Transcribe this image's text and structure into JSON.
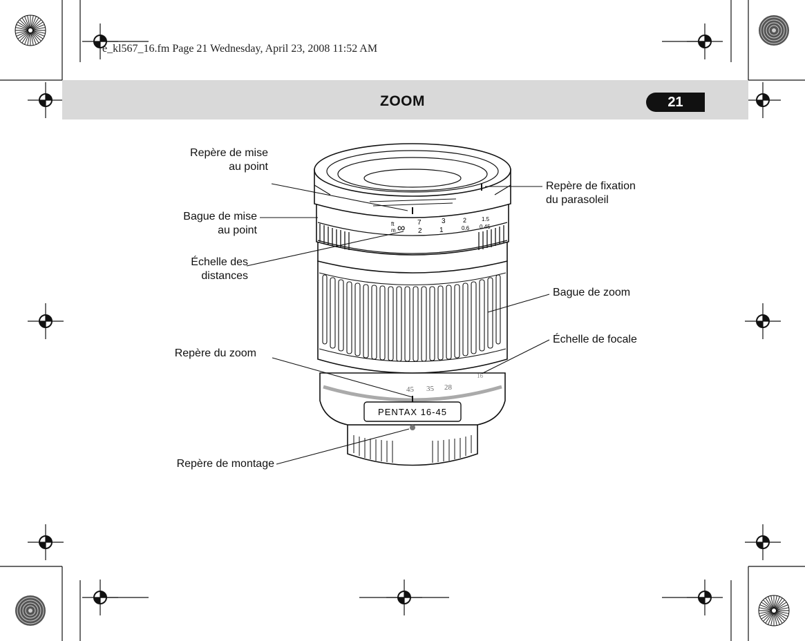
{
  "file_info": "e_kl567_16.fm  Page 21  Wednesday, April 23, 2008  11:52 AM",
  "header": {
    "title": "ZOOM",
    "page_number": "21"
  },
  "callouts": {
    "focus_mark": {
      "line1": "Repère de mise",
      "line2": "au point"
    },
    "focus_ring": {
      "line1": "Bague de mise",
      "line2": "au point"
    },
    "distance_scale": {
      "line1": "Échelle des",
      "line2": "distances"
    },
    "zoom_mark": {
      "line1": "Repère du zoom"
    },
    "mount_mark": {
      "line1": "Repère de montage"
    },
    "hood_mark": {
      "line1": "Repère de fixation",
      "line2": "du parasoleil"
    },
    "zoom_ring": {
      "line1": "Bague de zoom"
    },
    "focal_scale": {
      "line1": "Échelle de focale"
    }
  },
  "lens": {
    "brand_label": "PENTAX 16-45",
    "distance_units": {
      "ft": "ft",
      "m": "m"
    },
    "infinity": "∞",
    "distance_ft": [
      "7",
      "3",
      "2",
      "1.5"
    ],
    "distance_m": [
      "2",
      "1",
      "0.6",
      "0.45"
    ],
    "focal_marks": [
      "45",
      "35",
      "28",
      "16"
    ]
  }
}
